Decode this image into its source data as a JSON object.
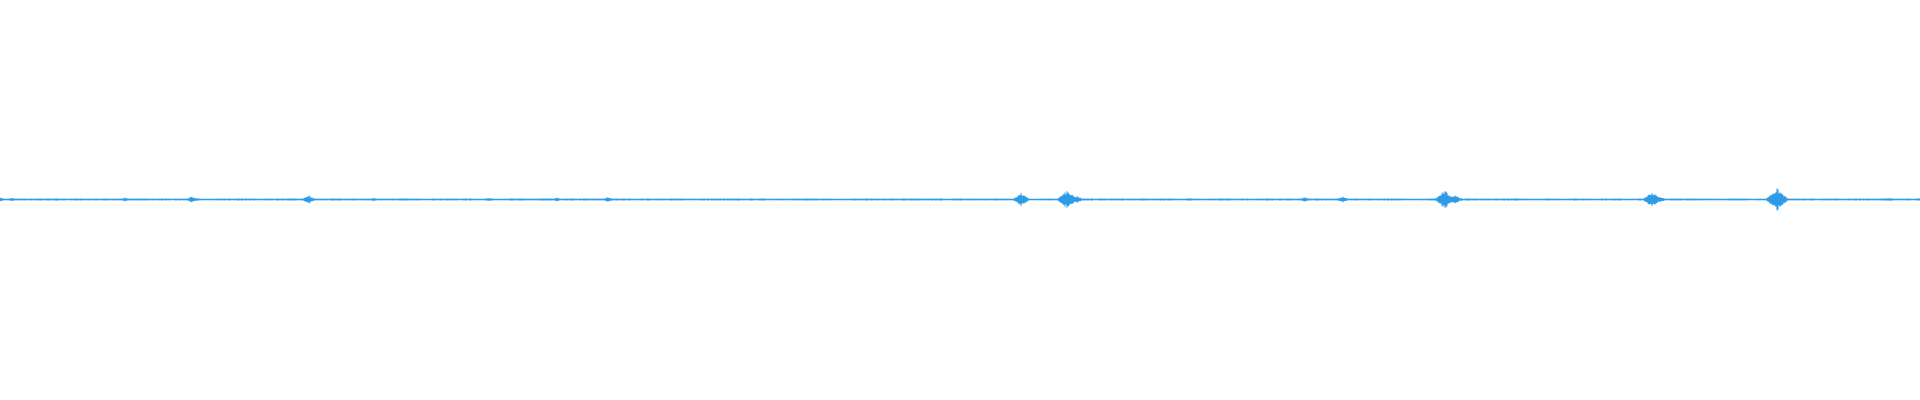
{
  "waveform": {
    "color": "#2e9be6",
    "background": "#ffffff",
    "peaks": [
      {
        "t": 0.0,
        "amp": 0.12
      },
      {
        "t": 0.006,
        "amp": 0.1
      },
      {
        "t": 0.04,
        "amp": 0.04
      },
      {
        "t": 0.06,
        "amp": 0.06
      },
      {
        "t": 0.065,
        "amp": 0.12
      },
      {
        "t": 0.072,
        "amp": 0.06
      },
      {
        "t": 0.1,
        "amp": 0.2
      },
      {
        "t": 0.124,
        "amp": 0.06
      },
      {
        "t": 0.161,
        "amp": 0.25
      },
      {
        "t": 0.195,
        "amp": 0.1
      },
      {
        "t": 0.23,
        "amp": 0.06
      },
      {
        "t": 0.255,
        "amp": 0.12
      },
      {
        "t": 0.283,
        "amp": 0.1
      },
      {
        "t": 0.29,
        "amp": 0.12
      },
      {
        "t": 0.317,
        "amp": 0.15
      },
      {
        "t": 0.355,
        "amp": 0.05
      },
      {
        "t": 0.408,
        "amp": 0.06
      },
      {
        "t": 0.44,
        "amp": 0.04
      },
      {
        "t": 0.49,
        "amp": 0.05
      },
      {
        "t": 0.532,
        "amp": 0.42
      },
      {
        "t": 0.556,
        "amp": 0.55
      },
      {
        "t": 0.561,
        "amp": 0.22
      },
      {
        "t": 0.62,
        "amp": 0.08
      },
      {
        "t": 0.65,
        "amp": 0.06
      },
      {
        "t": 0.68,
        "amp": 0.15
      },
      {
        "t": 0.7,
        "amp": 0.18
      },
      {
        "t": 0.753,
        "amp": 0.55
      },
      {
        "t": 0.758,
        "amp": 0.3
      },
      {
        "t": 0.82,
        "amp": 0.04
      },
      {
        "t": 0.861,
        "amp": 0.48
      },
      {
        "t": 0.865,
        "amp": 0.2
      },
      {
        "t": 0.926,
        "amp": 0.7
      },
      {
        "t": 0.985,
        "amp": 0.1
      },
      {
        "t": 1.0,
        "amp": 0.12
      }
    ]
  }
}
